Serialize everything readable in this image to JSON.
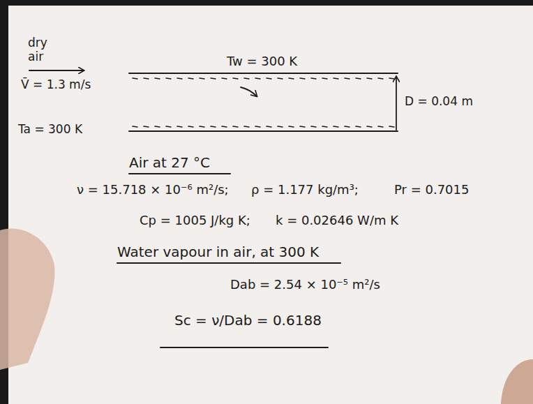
{
  "diagram": {
    "labels": [
      "dry air",
      "V̄ = 1.3 m/s",
      "Ta = 300 K",
      "Tw = 300 K",
      "D = 0.04 m",
      "Air at 27 °C",
      "ν = 15.718 × 10⁻⁶ m²/s;",
      "ρ = 1.177 kg/m³;",
      "Pr = 0.7015",
      "Cp = 1005 J/kg K;",
      "k = 0.02646 W/m K",
      "Water vapour in air, at 300 K",
      "Dab = 2.54 × 10⁻⁵ m²/s",
      "Sc = ν/Dab = 0.6188"
    ]
  }
}
